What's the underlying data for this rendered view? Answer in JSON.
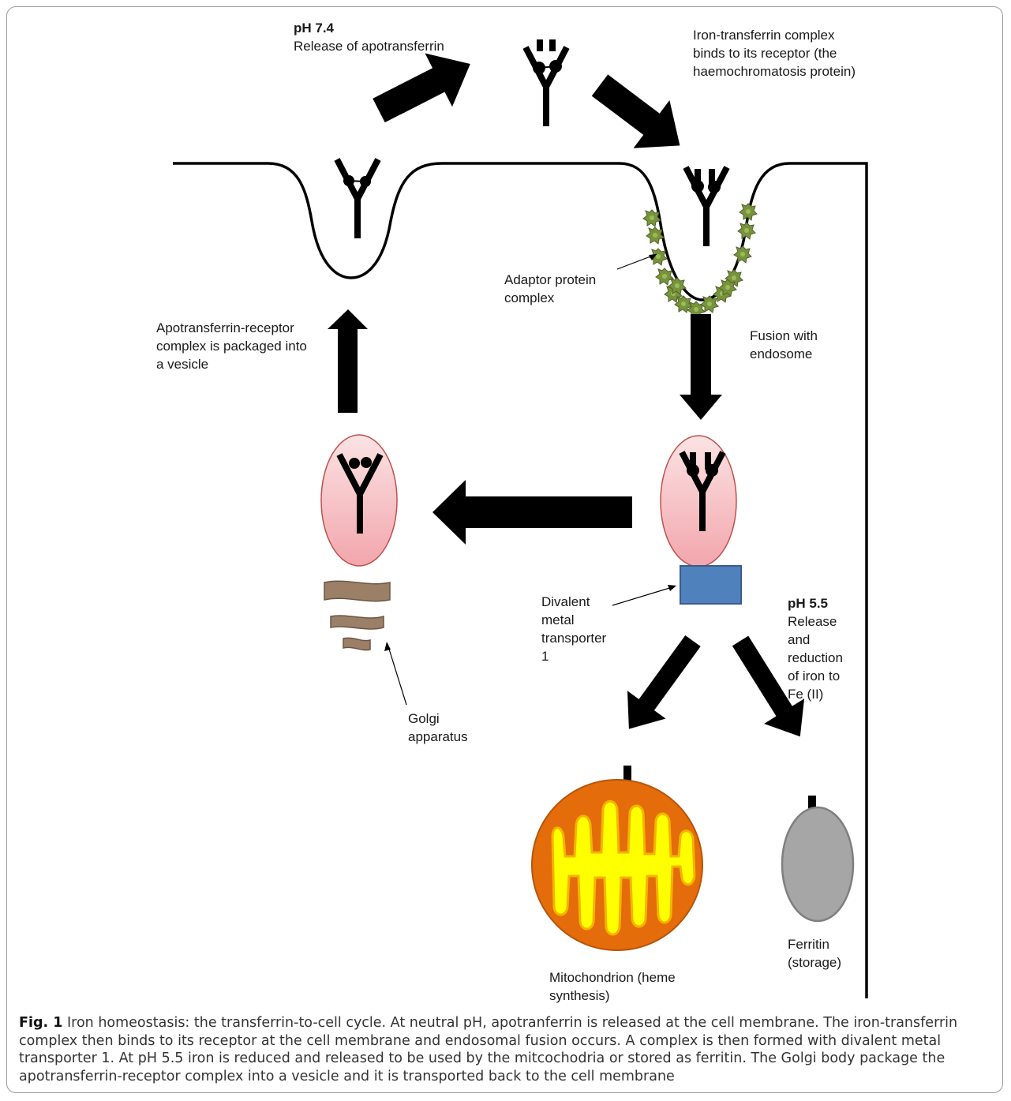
{
  "labels": {
    "ph74_title": "pH 7.4",
    "ph74_text": "Release of apotransferrin",
    "iron_tf": "Iron-transferrin complex\nbinds to its receptor (the\nhaemochromatosis protein)",
    "adaptor": "Adaptor protein\ncomplex",
    "fusion": "Fusion with\nendosome",
    "apotf_receptor": "Apotransferrin-receptor\ncomplex is packaged into\na vesicle",
    "dmt1": "Divalent\nmetal\ntransporter\n1",
    "ph55_title": "pH 5.5",
    "ph55_text": "Release\nand\nreduction\nof iron to\nFe (II)",
    "golgi": "Golgi\napparatus",
    "mito": "Mitochondrion (heme\nsynthesis)",
    "ferritin": "Ferritin\n(storage)"
  },
  "caption": {
    "label": "Fig. 1",
    "text": "Iron homeostasis: the transferrin-to-cell cycle. At neutral pH, apotranferrin is released at the cell membrane. The iron-transferrin complex then binds to its receptor at the cell membrane and endosomal fusion occurs. A complex is then formed with divalent metal transporter 1. At pH 5.5 iron is reduced and released to be used by the mitcochodria or stored as ferritin. The Golgi body package the apotransferrin-receptor complex into a vesicle and it is transported back to the cell membrane"
  },
  "colors": {
    "vesicle_fill_top": "#fbe3e4",
    "vesicle_fill_bottom": "#f2a6ac",
    "vesicle_stroke": "#c0504d",
    "dmt1_fill": "#4f81bd",
    "golgi_fill": "#9c7f67",
    "mito_outer": "#e46c0a",
    "mito_inner": "#ffff00",
    "ferritin_fill": "#a6a6a6",
    "adaptor_fill": "#77933c"
  }
}
